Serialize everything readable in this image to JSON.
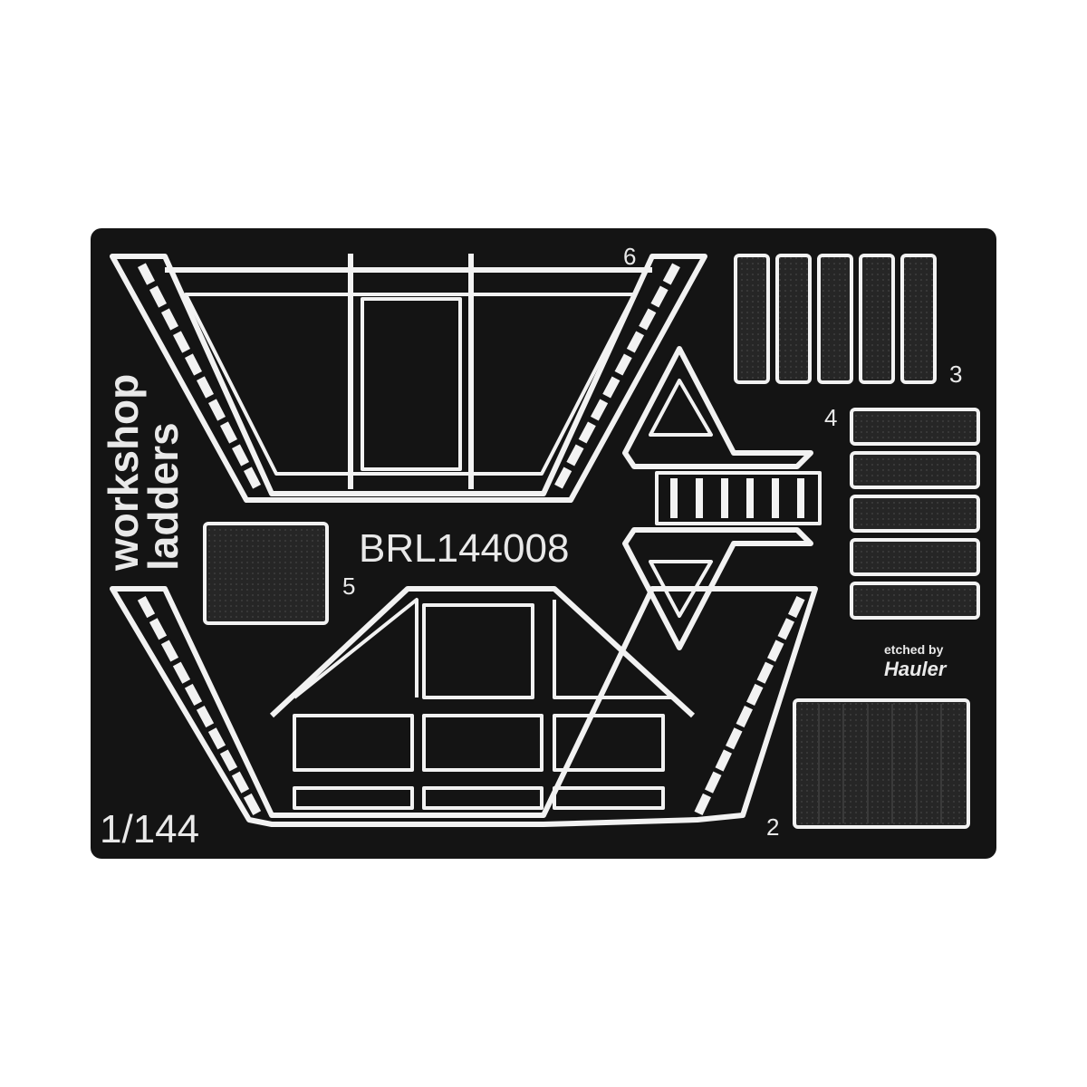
{
  "sheet": {
    "title_line1": "workshop",
    "title_line2": "ladders",
    "code": "BRL144008",
    "scale": "1/144",
    "maker_line1": "etched by",
    "maker_line2": "Hauler",
    "part_numbers": [
      "2",
      "3",
      "4",
      "5",
      "6"
    ]
  },
  "colors": {
    "background": "#ffffff",
    "fret": "#141414",
    "etch": "#f2f2f2",
    "mesh": "#2a2a2a"
  }
}
